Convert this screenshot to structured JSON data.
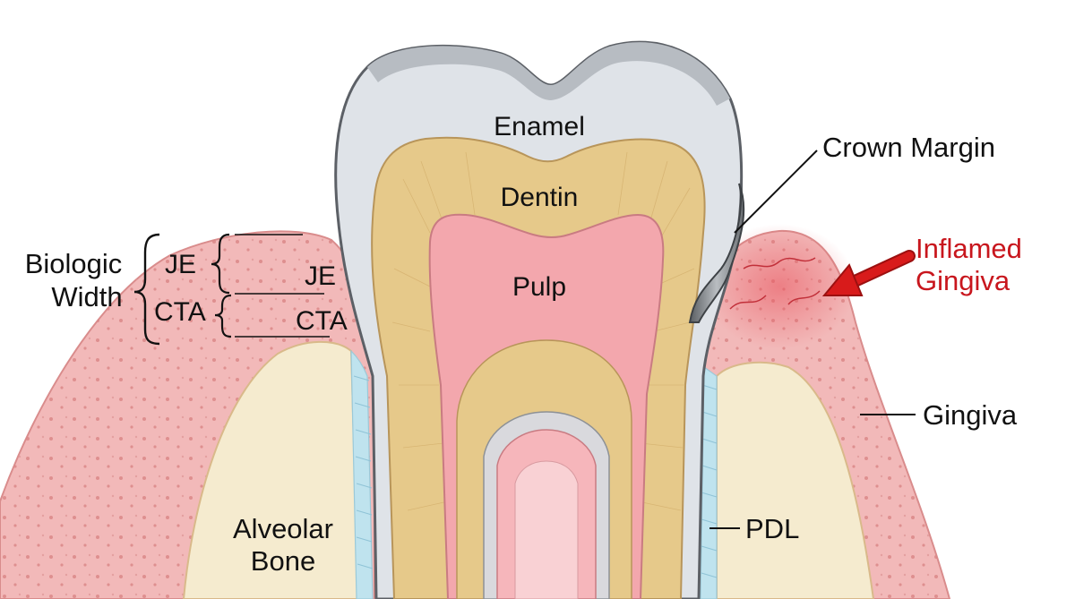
{
  "labels": {
    "enamel": "Enamel",
    "dentin": "Dentin",
    "pulp": "Pulp",
    "crown_margin": "Crown Margin",
    "inflamed_line1": "Inflamed",
    "inflamed_line2": "Gingiva",
    "gingiva": "Gingiva",
    "pdl": "PDL",
    "alveolar_line1": "Alveolar",
    "alveolar_line2": "Bone",
    "biologic_line1": "Biologic",
    "biologic_line2": "Width",
    "je_left": "JE",
    "cta_left": "CTA",
    "je_inner": "JE",
    "cta_inner": "CTA"
  },
  "colors": {
    "enamel": "#dfe3e8",
    "dentin": "#e6c98a",
    "pulp": "#f3a7ad",
    "gingiva": "#f2b9b9",
    "bone": "#f5ebcf",
    "pdl": "#bfe3ee",
    "crown_metal": "#8e9296",
    "inflamed_label": "#c8161d",
    "arrow": "#d81b1b"
  },
  "icons": {
    "pointer": "red-arrow-icon"
  }
}
